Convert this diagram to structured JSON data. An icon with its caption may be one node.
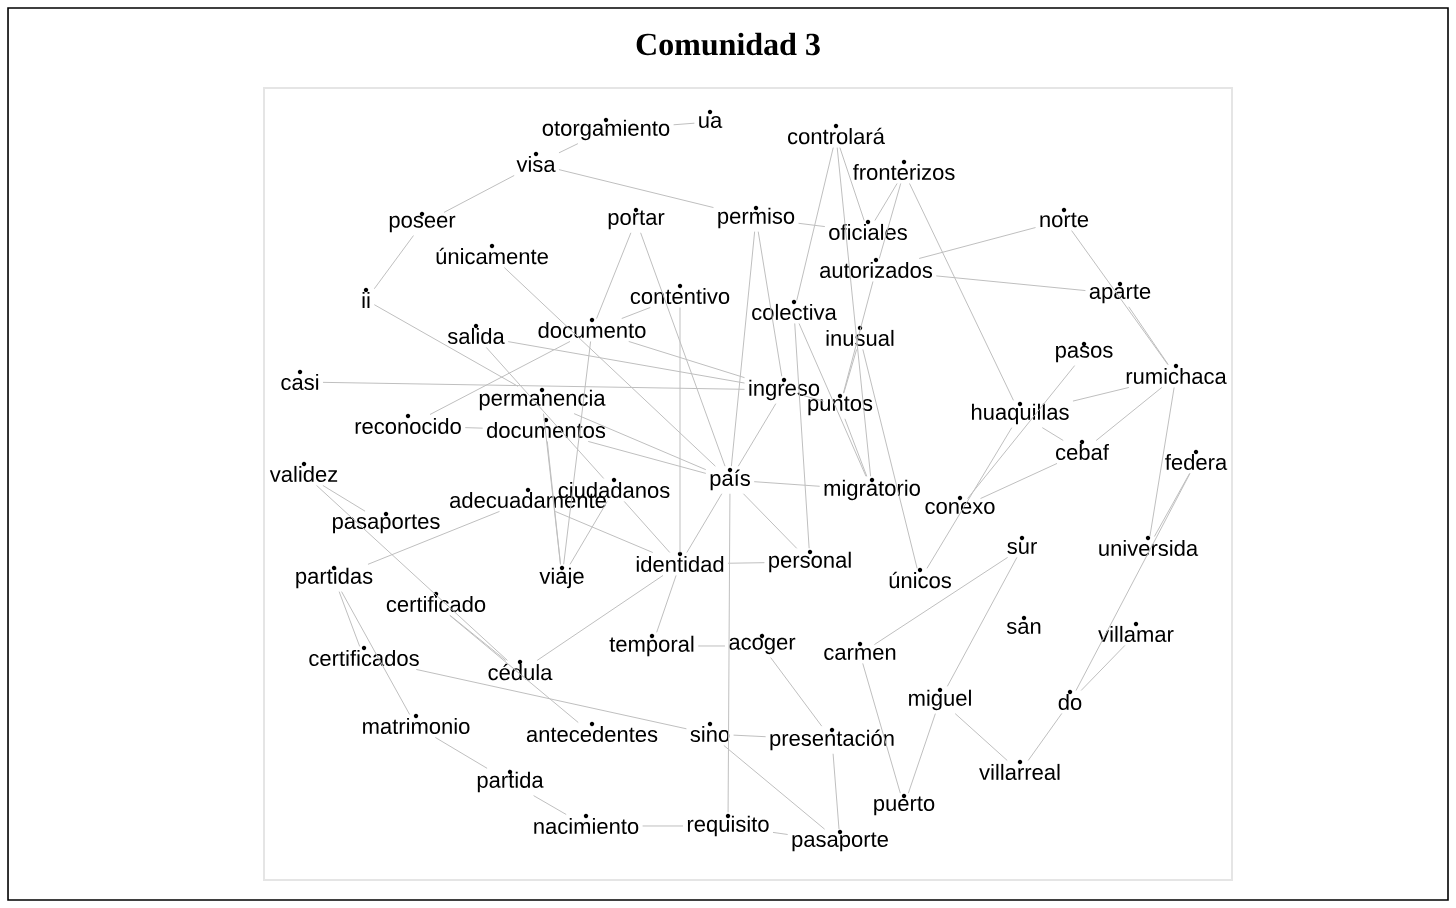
{
  "diagram": {
    "title": "Comunidad 3",
    "nodes": [
      {
        "text": [
          "otorgamiento"
        ]
      },
      {
        "text": [
          "ua"
        ]
      },
      {
        "text": [
          "visa"
        ]
      },
      {
        "text": [
          "controlará"
        ]
      },
      {
        "text": [
          "fronterizos"
        ]
      },
      {
        "text": [
          "poseer"
        ]
      },
      {
        "text": [
          "portar"
        ]
      },
      {
        "text": [
          "permiso"
        ]
      },
      {
        "text": [
          "oficiales"
        ]
      },
      {
        "text": [
          "norte"
        ]
      },
      {
        "text": [
          "únicamente"
        ]
      },
      {
        "text": [
          "autorizados"
        ]
      },
      {
        "text": [
          "aparte"
        ]
      },
      {
        "text": [
          "ii"
        ]
      },
      {
        "text": [
          "contentivo"
        ]
      },
      {
        "text": [
          "colectiva"
        ]
      },
      {
        "text": [
          "inusual"
        ]
      },
      {
        "text": [
          "salida"
        ]
      },
      {
        "text": [
          "documento"
        ]
      },
      {
        "text": [
          "pasos"
        ]
      },
      {
        "text": [
          "rumichaca"
        ]
      },
      {
        "text": [
          "casi"
        ]
      },
      {
        "text": [
          "ingreso"
        ]
      },
      {
        "text": [
          "permanencia"
        ]
      },
      {
        "text": [
          "puntos"
        ]
      },
      {
        "text": [
          "huaquillas"
        ]
      },
      {
        "text": [
          "reconocido"
        ]
      },
      {
        "text": [
          "documentos"
        ]
      },
      {
        "text": [
          "cebaf"
        ]
      },
      {
        "text": [
          "federa"
        ]
      },
      {
        "text": [
          "validez"
        ]
      },
      {
        "text": [
          "ciudadanos"
        ]
      },
      {
        "text": [
          "país"
        ]
      },
      {
        "text": [
          "migratorio"
        ]
      },
      {
        "text": [
          "conexo"
        ]
      },
      {
        "text": [
          "pasaportes"
        ]
      },
      {
        "text": [
          "adecuadamente"
        ]
      },
      {
        "text": [
          "sur"
        ]
      },
      {
        "text": [
          "universida"
        ]
      },
      {
        "text": [
          "identidad"
        ]
      },
      {
        "text": [
          "personal"
        ]
      },
      {
        "text": [
          "viaje"
        ]
      },
      {
        "text": [
          "únicos"
        ]
      },
      {
        "text": [
          "partidas"
        ]
      },
      {
        "text": [
          "certificado"
        ]
      },
      {
        "text": [
          "san"
        ]
      },
      {
        "text": [
          "villamar"
        ]
      },
      {
        "text": [
          "temporal"
        ]
      },
      {
        "text": [
          "acoger"
        ]
      },
      {
        "text": [
          "carmen"
        ]
      },
      {
        "text": [
          "certificados"
        ]
      },
      {
        "text": [
          "cédula"
        ]
      },
      {
        "text": [
          "miguel"
        ]
      },
      {
        "text": [
          "do"
        ]
      },
      {
        "text": [
          "matrimonio"
        ]
      },
      {
        "text": [
          "antecedentes"
        ]
      },
      {
        "text": [
          "sino"
        ]
      },
      {
        "text": [
          "presentación"
        ]
      },
      {
        "text": [
          "villarreal"
        ]
      },
      {
        "text": [
          "partida"
        ]
      },
      {
        "text": [
          "puerto"
        ]
      },
      {
        "text": [
          "nacimiento"
        ]
      },
      {
        "text": [
          "requisito"
        ]
      },
      {
        "text": [
          "pasaporte"
        ]
      }
    ],
    "edges": [
      {
        "from": 2,
        "to": 0,
        "arrow": "none"
      },
      {
        "from": 0,
        "to": 1,
        "arrow": "none"
      },
      {
        "from": 2,
        "to": 7,
        "arrow": "none"
      },
      {
        "from": 2,
        "to": 5,
        "arrow": "none"
      },
      {
        "from": 5,
        "to": 13,
        "arrow": "none"
      },
      {
        "from": 13,
        "to": 23,
        "arrow": "none"
      },
      {
        "from": 3,
        "to": 8,
        "arrow": "none"
      },
      {
        "from": 3,
        "to": 15,
        "arrow": "none"
      },
      {
        "from": 3,
        "to": 33,
        "arrow": "none"
      },
      {
        "from": 4,
        "to": 8,
        "arrow": "none"
      },
      {
        "from": 4,
        "to": 11,
        "arrow": "none"
      },
      {
        "from": 4,
        "to": 25,
        "arrow": "none"
      },
      {
        "from": 9,
        "to": 11,
        "arrow": "none"
      },
      {
        "from": 9,
        "to": 20,
        "arrow": "none"
      },
      {
        "from": 11,
        "to": 12,
        "arrow": "none"
      },
      {
        "from": 12,
        "to": 20,
        "arrow": "none"
      },
      {
        "from": 11,
        "to": 24,
        "arrow": "none"
      },
      {
        "from": 16,
        "to": 24,
        "arrow": "none"
      },
      {
        "from": 16,
        "to": 42,
        "arrow": "none"
      },
      {
        "from": 7,
        "to": 8,
        "arrow": "none"
      },
      {
        "from": 7,
        "to": 22,
        "arrow": "none"
      },
      {
        "from": 7,
        "to": 32,
        "arrow": "none"
      },
      {
        "from": 6,
        "to": 18,
        "arrow": "none"
      },
      {
        "from": 6,
        "to": 32,
        "arrow": "none"
      },
      {
        "from": 10,
        "to": 32,
        "arrow": "none"
      },
      {
        "from": 14,
        "to": 18,
        "arrow": "none"
      },
      {
        "from": 14,
        "to": 39,
        "arrow": "none"
      },
      {
        "from": 15,
        "to": 33,
        "arrow": "none"
      },
      {
        "from": 15,
        "to": 40,
        "arrow": "none"
      },
      {
        "from": 18,
        "to": 22,
        "arrow": "none"
      },
      {
        "from": 18,
        "to": 41,
        "arrow": "none"
      },
      {
        "from": 18,
        "to": 26,
        "arrow": "none"
      },
      {
        "from": 17,
        "to": 22,
        "arrow": "none"
      },
      {
        "from": 17,
        "to": 31,
        "arrow": "none"
      },
      {
        "from": 21,
        "to": 22,
        "arrow": "none"
      },
      {
        "from": 23,
        "to": 32,
        "arrow": "none"
      },
      {
        "from": 23,
        "to": 41,
        "arrow": "none"
      },
      {
        "from": 26,
        "to": 27,
        "arrow": "none"
      },
      {
        "from": 27,
        "to": 32,
        "arrow": "none"
      },
      {
        "from": 27,
        "to": 41,
        "arrow": "none"
      },
      {
        "from": 22,
        "to": 32,
        "arrow": "none"
      },
      {
        "from": 22,
        "to": 24,
        "arrow": "none"
      },
      {
        "from": 24,
        "to": 33,
        "arrow": "none"
      },
      {
        "from": 25,
        "to": 28,
        "arrow": "none"
      },
      {
        "from": 25,
        "to": 20,
        "arrow": "none"
      },
      {
        "from": 25,
        "to": 42,
        "arrow": "none"
      },
      {
        "from": 19,
        "to": 34,
        "arrow": "none"
      },
      {
        "from": 20,
        "to": 28,
        "arrow": "none"
      },
      {
        "from": 20,
        "to": 38,
        "arrow": "none"
      },
      {
        "from": 29,
        "to": 38,
        "arrow": "none"
      },
      {
        "from": 29,
        "to": 53,
        "arrow": "none"
      },
      {
        "from": 46,
        "to": 53,
        "arrow": "none"
      },
      {
        "from": 28,
        "to": 34,
        "arrow": "none"
      },
      {
        "from": 37,
        "to": 49,
        "arrow": "none"
      },
      {
        "from": 37,
        "to": 52,
        "arrow": "none"
      },
      {
        "from": 52,
        "to": 58,
        "arrow": "none"
      },
      {
        "from": 52,
        "to": 60,
        "arrow": "none"
      },
      {
        "from": 49,
        "to": 60,
        "arrow": "none"
      },
      {
        "from": 58,
        "to": 53,
        "arrow": "none"
      },
      {
        "from": 32,
        "to": 33,
        "arrow": "none"
      },
      {
        "from": 32,
        "to": 39,
        "arrow": "none"
      },
      {
        "from": 32,
        "to": 40,
        "arrow": "none"
      },
      {
        "from": 32,
        "to": 62,
        "arrow": "none"
      },
      {
        "from": 39,
        "to": 40,
        "arrow": "none"
      },
      {
        "from": 39,
        "to": 47,
        "arrow": "none"
      },
      {
        "from": 39,
        "to": 51,
        "arrow": "none"
      },
      {
        "from": 31,
        "to": 39,
        "arrow": "none"
      },
      {
        "from": 31,
        "to": 41,
        "arrow": "none"
      },
      {
        "from": 30,
        "to": 35,
        "arrow": "none"
      },
      {
        "from": 30,
        "to": 51,
        "arrow": "none"
      },
      {
        "from": 36,
        "to": 39,
        "arrow": "none"
      },
      {
        "from": 43,
        "to": 50,
        "arrow": "none"
      },
      {
        "from": 43,
        "to": 54,
        "arrow": "none"
      },
      {
        "from": 43,
        "to": 36,
        "arrow": "none"
      },
      {
        "from": 44,
        "to": 55,
        "arrow": "none"
      },
      {
        "from": 44,
        "to": 51,
        "arrow": "none"
      },
      {
        "from": 50,
        "to": 56,
        "arrow": "none"
      },
      {
        "from": 54,
        "to": 59,
        "arrow": "none"
      },
      {
        "from": 59,
        "to": 61,
        "arrow": "none"
      },
      {
        "from": 61,
        "to": 62,
        "arrow": "none"
      },
      {
        "from": 62,
        "to": 63,
        "arrow": "none"
      },
      {
        "from": 57,
        "to": 63,
        "arrow": "none"
      },
      {
        "from": 57,
        "to": 48,
        "arrow": "none"
      },
      {
        "from": 47,
        "to": 48,
        "arrow": "none"
      },
      {
        "from": 56,
        "to": 57,
        "arrow": "none"
      },
      {
        "from": 56,
        "to": 63,
        "arrow": "none"
      }
    ]
  }
}
